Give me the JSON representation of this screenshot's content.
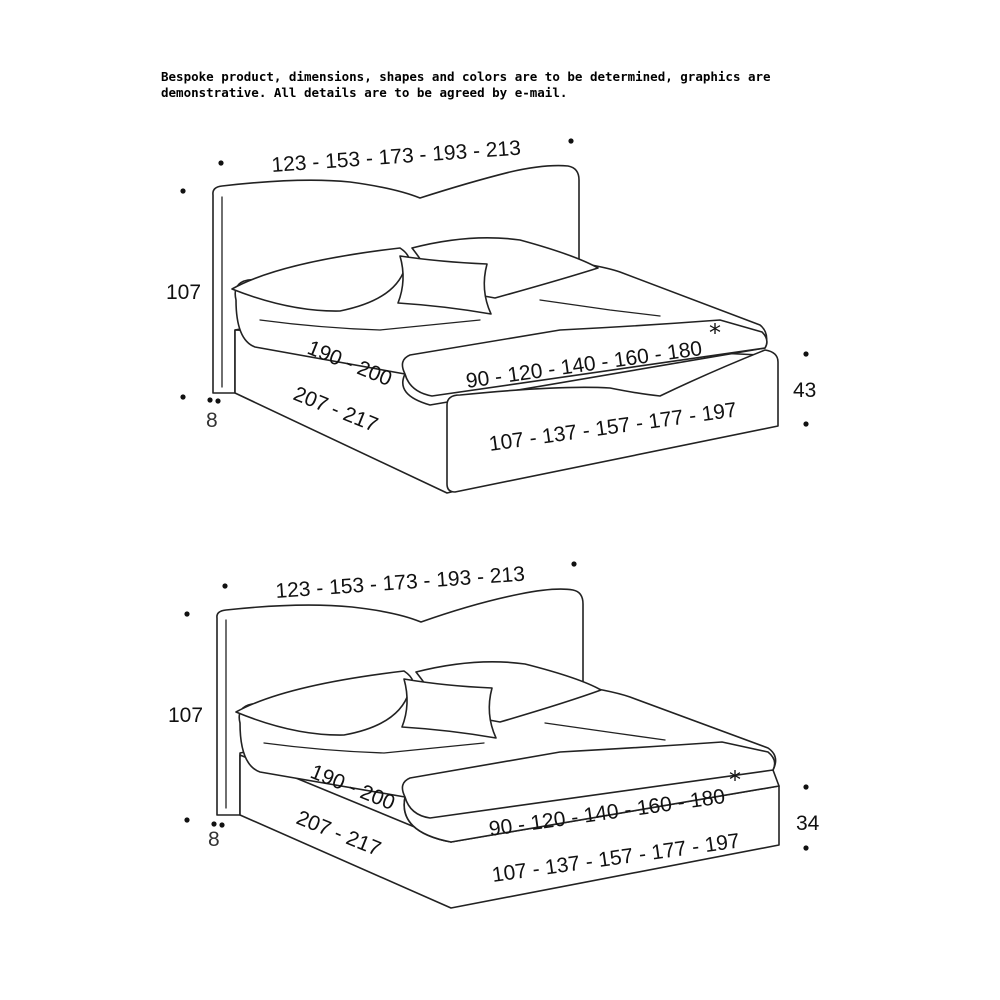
{
  "note": {
    "line1": "Bespoke product, dimensions, shapes and colors are to be determined, graphics are",
    "line2": "demonstrative. All details are to be agreed by e-mail."
  },
  "bed_top": {
    "headboard_width": "123 - 153 - 173 - 193 - 213",
    "headboard_height": "107",
    "headboard_thickness": "8",
    "length_inner": "190 - 200",
    "length_outer": "207 - 217",
    "mattress_width": "90 - 120 - 140 - 160 - 180",
    "mattress_star": "*",
    "outer_width": "107 - 137 - 157 - 177 - 197",
    "footboard_height": "43"
  },
  "bed_bottom": {
    "headboard_width": "123 - 153 - 173 - 193 - 213",
    "headboard_height": "107",
    "headboard_thickness": "8",
    "length_inner": "190 - 200",
    "length_outer": "207 - 217",
    "mattress_width": "90 - 120 - 140 - 160 - 180",
    "mattress_star": "*",
    "outer_width": "107 - 137 - 157 - 177 - 197",
    "base_height": "34"
  }
}
